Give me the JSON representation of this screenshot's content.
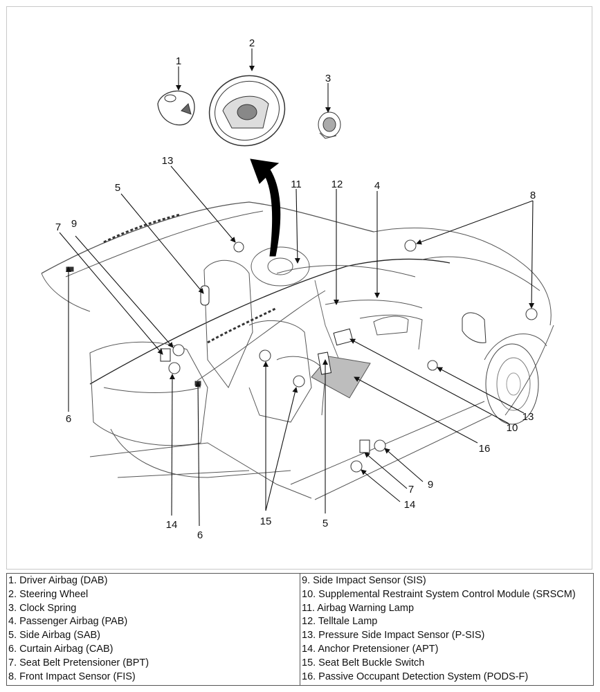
{
  "callouts": {
    "c1": "1",
    "c2": "2",
    "c3": "3",
    "c4": "4",
    "c5a": "5",
    "c5b": "5",
    "c6a": "6",
    "c6b": "6",
    "c7a": "7",
    "c7b": "7",
    "c8": "8",
    "c9a": "9",
    "c9b": "9",
    "c10": "10",
    "c11": "11",
    "c12": "12",
    "c13a": "13",
    "c13b": "13",
    "c14a": "14",
    "c14b": "14",
    "c15": "15",
    "c16": "16"
  },
  "legend": {
    "left": [
      "1. Driver Airbag (DAB)",
      "2. Steering Wheel",
      "3. Clock Spring",
      "4. Passenger Airbag (PAB)",
      "5. Side Airbag (SAB)",
      "6. Curtain Airbag (CAB)",
      "7. Seat Belt Pretensioner (BPT)",
      "8. Front Impact Sensor (FIS)"
    ],
    "right": [
      "9. Side Impact Sensor (SIS)",
      "10. Supplemental Restraint System Control Module (SRSCM)",
      "11. Airbag Warning Lamp",
      "12. Telltale Lamp",
      "13. Pressure Side Impact Sensor (P-SIS)",
      "14. Anchor Pretensioner (APT)",
      "15. Seat Belt Buckle Switch",
      "16. Passive Occupant Detection System (PODS-F)"
    ]
  }
}
